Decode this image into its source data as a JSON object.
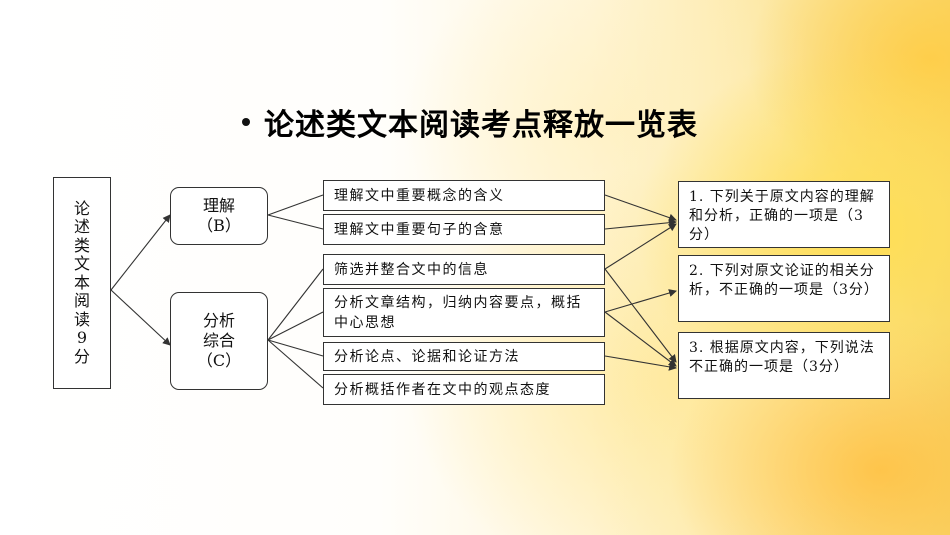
{
  "title": "论述类文本阅读考点释放一览表",
  "root": "论述类文本阅读9分",
  "categories": [
    {
      "name": "理解",
      "code": "（B）"
    },
    {
      "name": "分析综合",
      "code": "（C）"
    }
  ],
  "points": [
    "理解文中重要概念的含义",
    "理解文中重要句子的含意",
    "筛选并整合文中的信息",
    "分析文章结构，归纳内容要点，概括中心思想",
    "分析论点、论据和论证方法",
    "分析概括作者在文中的观点态度"
  ],
  "questions": [
    "1. 下列关于原文内容的理解和分析，正确的一项是（3分）",
    "2. 下列对原文论证的相关分析，不正确的一项是（3分）",
    "3. 根据原文内容，下列说法不正确的一项是（3分）"
  ],
  "colors": {
    "border": "#333333",
    "background_accent": "#f7d770"
  }
}
